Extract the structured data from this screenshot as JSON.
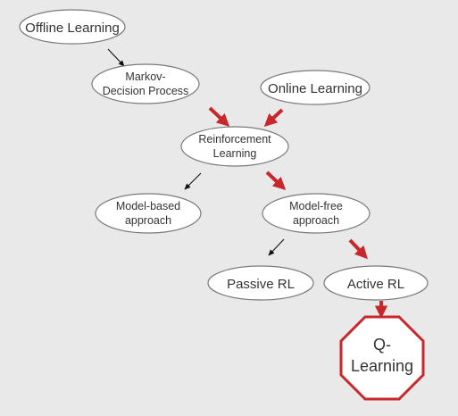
{
  "nodes": {
    "offline": [
      "Offline Learning"
    ],
    "mdp": [
      "Markov-",
      "Decision Process"
    ],
    "online": [
      "Online Learning"
    ],
    "rl": [
      "Reinforcement",
      "Learning"
    ],
    "model_based": [
      "Model-based",
      "approach"
    ],
    "model_free": [
      "Model-free",
      "approach"
    ],
    "passive": [
      "Passive RL"
    ],
    "active": [
      "Active RL"
    ],
    "qlearning": [
      "Q-",
      "Learning"
    ]
  },
  "colors": {
    "background": "#e9e9e9",
    "highlight": "#c8282b",
    "node_fill": "#ffffff",
    "node_stroke": "#7a7a7a"
  },
  "highlighted_path": [
    "online",
    "mdp",
    "rl",
    "model_free",
    "active",
    "qlearning"
  ]
}
